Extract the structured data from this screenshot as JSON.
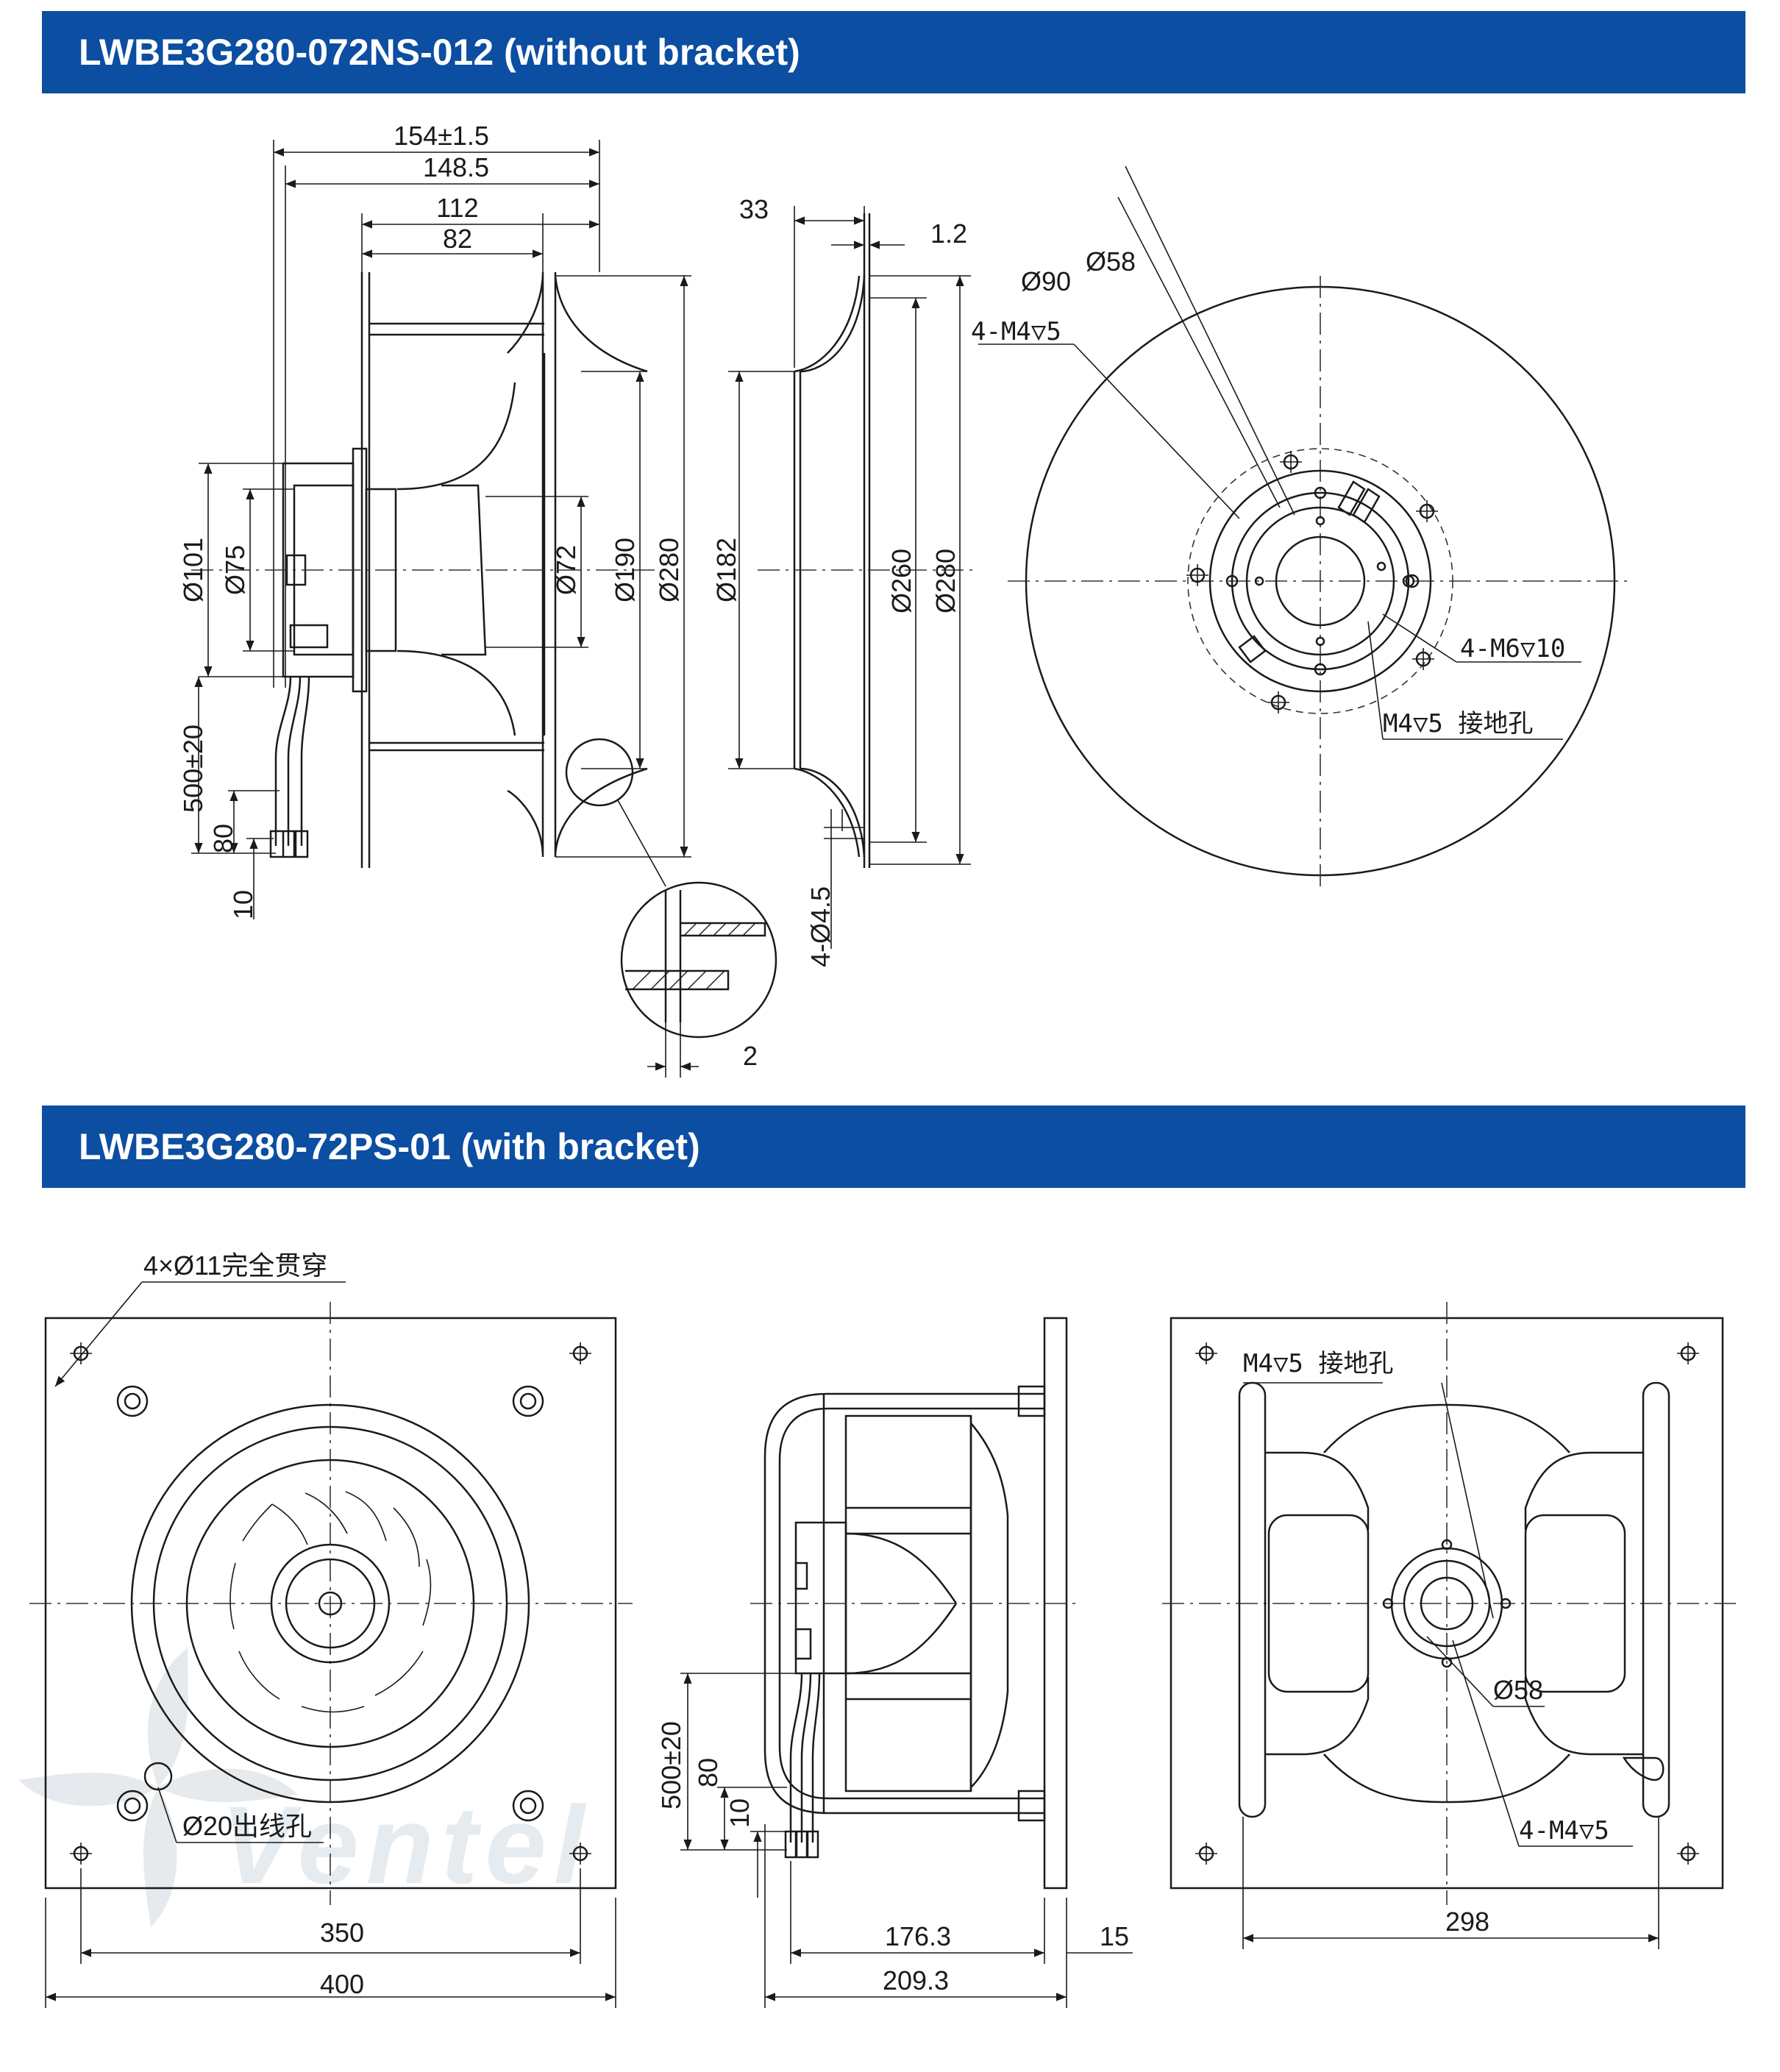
{
  "section_top": {
    "title": "LWBE3G280-072NS-012 (without bracket)",
    "side_view": {
      "widths": [
        "154±1.5",
        "148.5",
        "112",
        "82"
      ],
      "diameters": [
        "Ø101",
        "Ø75",
        "Ø72",
        "Ø190",
        "Ø280"
      ],
      "cable": [
        "500±20",
        "80",
        "10"
      ]
    },
    "inlet_view": {
      "widths": [
        "33",
        "1.2"
      ],
      "diameters": [
        "Ø182",
        "Ø260",
        "Ø280"
      ],
      "holes": "4-Ø4.5"
    },
    "detail_view": {
      "thickness": "2"
    },
    "front_view": {
      "labels": [
        "Ø58",
        "Ø90",
        "4-M4▽5",
        "4-M6▽10",
        "M4▽5 接地孔"
      ]
    }
  },
  "section_bottom": {
    "title": "LWBE3G280-72PS-01 (with bracket)",
    "front_view": {
      "holes": "4×Ø11完全贯穿",
      "cable_hole": "Ø20出线孔",
      "dims": [
        "350",
        "400"
      ]
    },
    "side_view": {
      "cable": [
        "500±20",
        "80",
        "10"
      ],
      "dims": [
        "176.3",
        "15",
        "209.3"
      ]
    },
    "rear_view": {
      "labels": [
        "M4▽5 接地孔",
        "Ø58",
        "4-M4▽5"
      ],
      "dims": [
        "298"
      ]
    }
  },
  "watermark": "Ventel"
}
